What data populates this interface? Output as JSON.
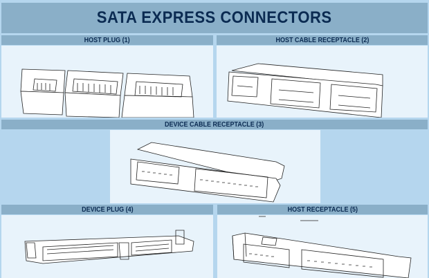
{
  "title": "SATA EXPRESS CONNECTORS",
  "panels": [
    {
      "label": "HOST PLUG (1)"
    },
    {
      "label": "HOST CABLE RECEPTACLE (2)"
    },
    {
      "label": "DEVICE CABLE RECEPTACLE (3)"
    },
    {
      "label": "DEVICE PLUG (4)"
    },
    {
      "label": "HOST RECEPTACLE (5)"
    }
  ]
}
